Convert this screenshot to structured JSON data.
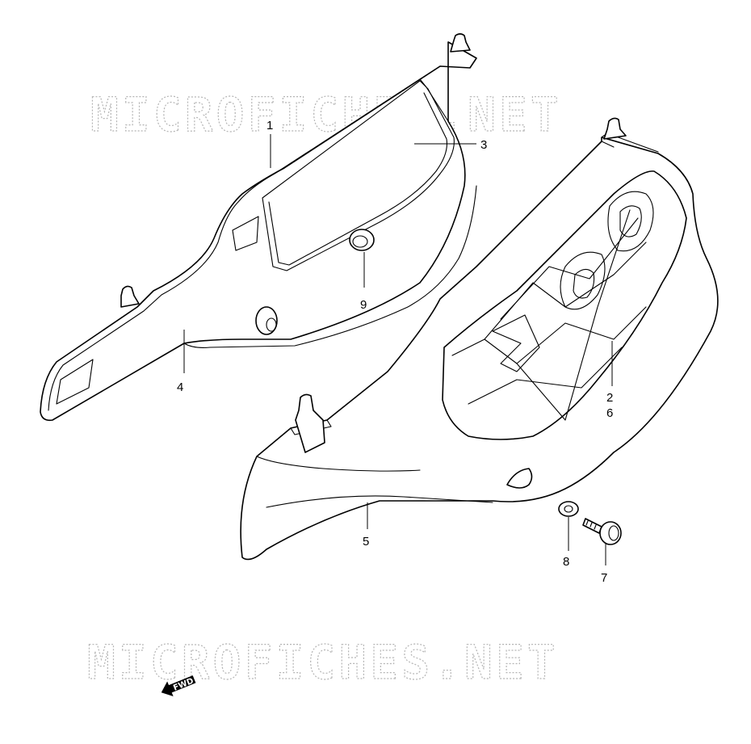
{
  "watermark": {
    "top": "MICROFICHES.NET",
    "bottom": "MICROFICHES.NET"
  },
  "direction_label": "FWD",
  "callouts": [
    {
      "id": "1",
      "text": "1"
    },
    {
      "id": "2",
      "text": "2"
    },
    {
      "id": "3",
      "text": "3"
    },
    {
      "id": "4",
      "text": "4"
    },
    {
      "id": "5",
      "text": "5"
    },
    {
      "id": "6",
      "text": "6"
    },
    {
      "id": "7",
      "text": "7"
    },
    {
      "id": "8",
      "text": "8"
    },
    {
      "id": "9",
      "text": "9"
    }
  ],
  "colors": {
    "line": "#000000",
    "watermark": "#b5b5b5",
    "background": "#ffffff"
  }
}
